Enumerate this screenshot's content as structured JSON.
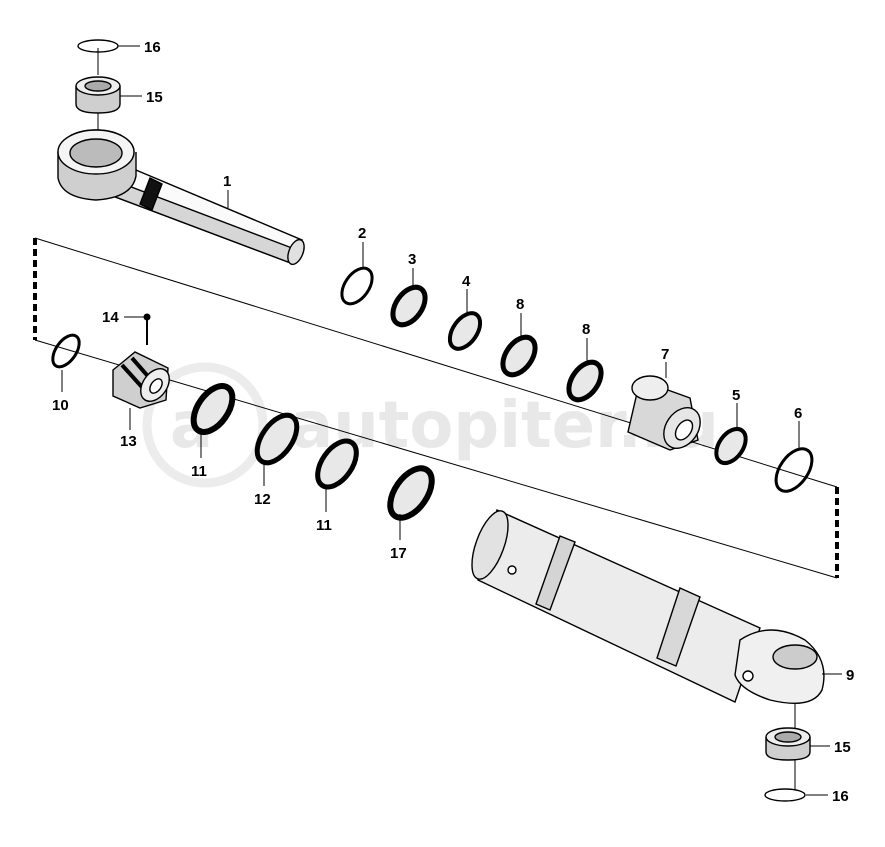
{
  "watermark": {
    "text": "autopiter.ru"
  },
  "callouts": [
    {
      "id": "16-top",
      "text": "16"
    },
    {
      "id": "15-top",
      "text": "15"
    },
    {
      "id": "1",
      "text": "1"
    },
    {
      "id": "2",
      "text": "2"
    },
    {
      "id": "3",
      "text": "3"
    },
    {
      "id": "4",
      "text": "4"
    },
    {
      "id": "8a",
      "text": "8"
    },
    {
      "id": "8b",
      "text": "8"
    },
    {
      "id": "7",
      "text": "7"
    },
    {
      "id": "5",
      "text": "5"
    },
    {
      "id": "6",
      "text": "6"
    },
    {
      "id": "14",
      "text": "14"
    },
    {
      "id": "10",
      "text": "10"
    },
    {
      "id": "13",
      "text": "13"
    },
    {
      "id": "11a",
      "text": "11"
    },
    {
      "id": "12",
      "text": "12"
    },
    {
      "id": "11b",
      "text": "11"
    },
    {
      "id": "17",
      "text": "17"
    },
    {
      "id": "9",
      "text": "9"
    },
    {
      "id": "15-bottom",
      "text": "15"
    },
    {
      "id": "16-bottom",
      "text": "16"
    }
  ]
}
